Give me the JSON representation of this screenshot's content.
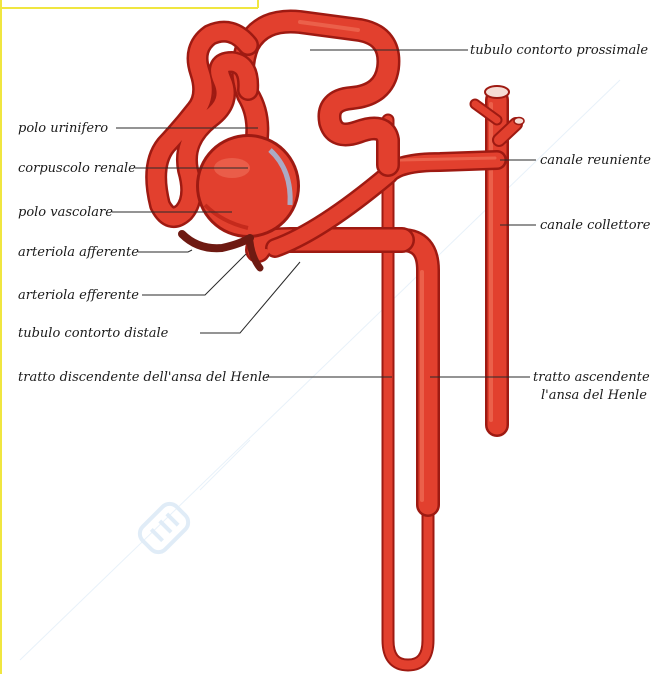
{
  "colors": {
    "tubule": "#e2402e",
    "tubule_edge": "#9e1a12",
    "arteriole": "#6e1a12",
    "frame": "#f0e640"
  },
  "labels": {
    "tubulo_contorto_prossimale": "tubulo contorto prossimale",
    "polo_urinifero": "polo urinifero",
    "canale_reuniente": "canale reuniente",
    "corpuscolo_renale": "corpuscolo renale",
    "polo_vascolare": "polo vascolare",
    "canale_collettore": "canale collettore",
    "arteriola_afferente": "arteriola afferente",
    "arteriola_efferente": "arteriola efferente",
    "tubulo_contorto_distale": "tubulo contorto distale",
    "tratto_discendente": "tratto discendente dell'ansa del Henle",
    "tratto_ascendente_line1": "tratto ascendente",
    "tratto_ascendente_line2": "l'ansa del Henle"
  },
  "watermark": {
    "icon": "logo-badge-icon"
  }
}
